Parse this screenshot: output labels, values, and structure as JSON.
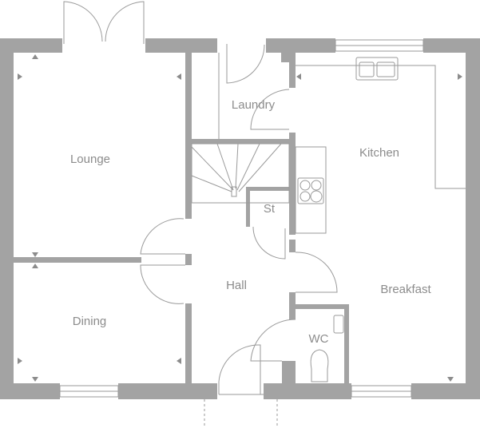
{
  "rooms": {
    "lounge": "Lounge",
    "dining": "Dining",
    "laundry": "Laundry",
    "kitchen": "Kitchen",
    "st": "St",
    "hall": "Hall",
    "breakfast": "Breakfast",
    "wc": "WC"
  },
  "colors": {
    "wall": "#a3a3a3",
    "text": "#8c8c8c"
  }
}
